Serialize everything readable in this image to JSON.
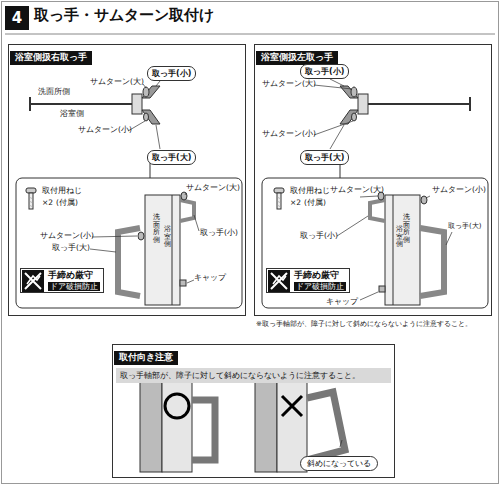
{
  "diagram": {
    "title": "取っ手・サムターン取付け",
    "nodes": [
      {
        "text": [
          "浴室側扱右取っ手"
        ]
      },
      {
        "text": [
          "取っ手(小)"
        ],
        "in": 0
      },
      {
        "text": [
          "取っ手(大)"
        ],
        "in": 0
      },
      {
        "text": [
          "手締め厳守",
          "ドア破損防止"
        ],
        "in": 0
      },
      {
        "text": [
          "浴室側扱左取っ手"
        ]
      },
      {
        "text": [
          "取っ手(小)"
        ],
        "in": 4
      },
      {
        "text": [
          "取っ手(大)"
        ],
        "in": 4
      },
      {
        "text": [
          "手締め厳守",
          "ドア破損防止"
        ],
        "in": 4
      },
      {
        "text": [
          "取付向き注意",
          "取っ手軸部が、障子に対して斜めにならないように注意すること。"
        ]
      },
      {
        "text": [
          "斜めになっている"
        ],
        "in": 8
      }
    ],
    "labels": [
      "4",
      "サムターン(大)",
      "洗面所側",
      "浴室側",
      "サムターン(小)",
      "取付用ねじ",
      "×2",
      "(付属)",
      "サムターン(大)",
      "取っ手(小)",
      "サムターン(小)",
      "取っ手(大)",
      "洗面所側",
      "浴室側",
      "キャップ",
      "サムターン(大)",
      "サムターン(小)",
      "取付用ねじ",
      "×2",
      "(付属)",
      "サムターン(大)",
      "サムターン(小)",
      "取っ手(小)",
      "取っ手(大)",
      "洗面所側",
      "浴室側",
      "キャップ",
      "※取っ手軸部が、障子に対して斜めにならないように注意すること。"
    ]
  }
}
